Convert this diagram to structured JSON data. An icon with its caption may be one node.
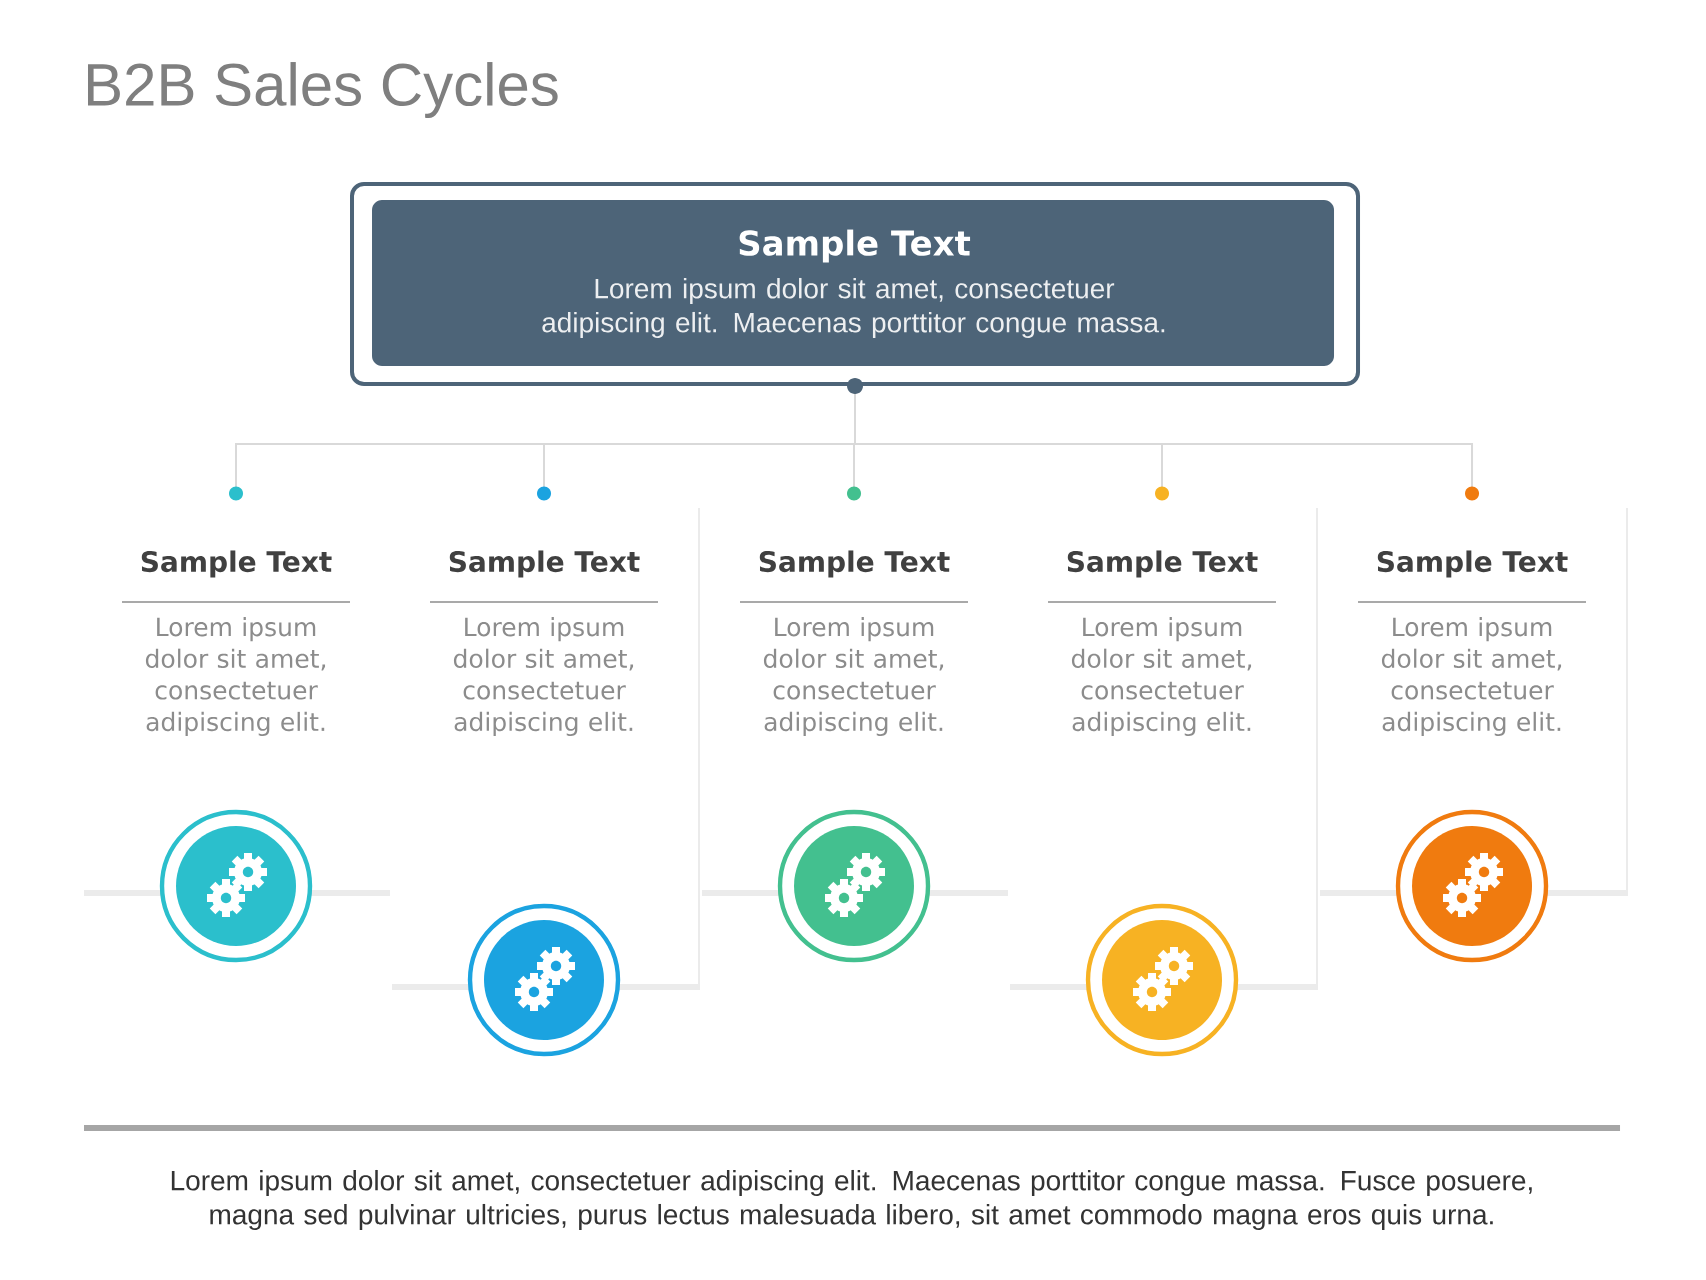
{
  "diagram": {
    "title": "B2B Sales Cycles",
    "nodes": [
      {
        "text": [
          "Sample Text",
          "Lorem ipsum dolor sit amet, consectetuer adipiscing elit. Maecenas porttitor congue massa."
        ]
      },
      {
        "text": [
          "Sample Text",
          "Lorem ipsum dolor sit amet, consectetuer adipiscing elit."
        ]
      },
      {
        "text": [
          "Sample Text",
          "Lorem ipsum dolor sit amet, consectetuer adipiscing elit."
        ]
      },
      {
        "text": [
          "Sample Text",
          "Lorem ipsum dolor sit amet, consectetuer adipiscing elit."
        ]
      },
      {
        "text": [
          "Sample Text",
          "Lorem ipsum dolor sit amet, consectetuer adipiscing elit."
        ]
      },
      {
        "text": [
          "Sample Text",
          "Lorem ipsum dolor sit amet, consectetuer adipiscing elit."
        ]
      }
    ],
    "edges": [
      {
        "from": 0,
        "to": 1,
        "arrow": "other"
      },
      {
        "from": 0,
        "to": 2,
        "arrow": "other"
      },
      {
        "from": 0,
        "to": 3,
        "arrow": "other"
      },
      {
        "from": 0,
        "to": 4,
        "arrow": "other"
      },
      {
        "from": 0,
        "to": 5,
        "arrow": "other"
      }
    ],
    "caption": "Lorem ipsum dolor sit amet, consectetuer adipiscing elit. Maecenas porttitor congue massa. Fusce posuere, magna sed pulvinar ultricies, purus lectus malesuada libero, sit amet commodo magna eros quis urna."
  }
}
